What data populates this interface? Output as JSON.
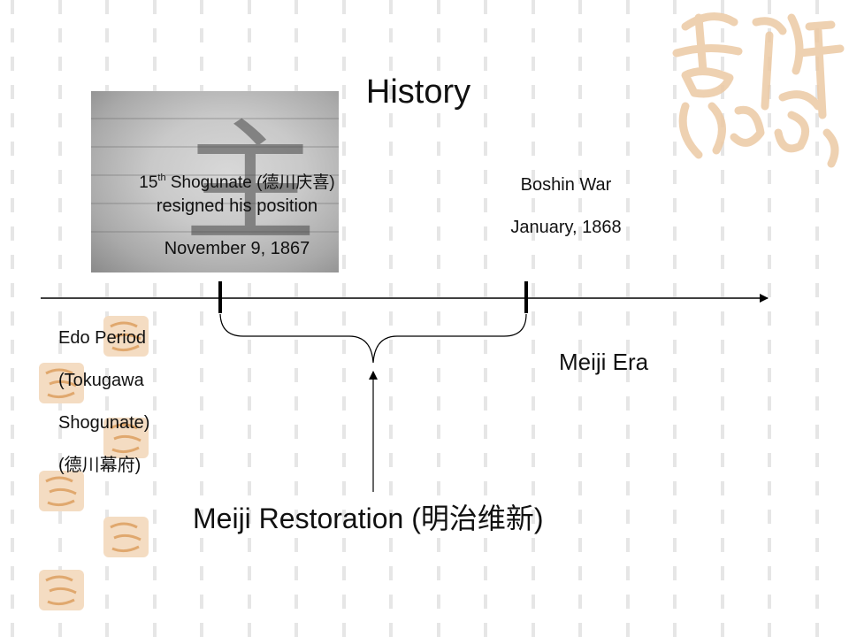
{
  "slide": {
    "title": "History",
    "shogunate_event": {
      "line1_prefix": "15",
      "line1_sup": "th",
      "line1_rest": " Shogunate (德川庆喜)",
      "line2": "resigned his position",
      "date": "November 9, 1867"
    },
    "boshin_event": {
      "name": "Boshin War",
      "date": "January, 1868"
    },
    "edo_period": {
      "line1": "Edo Period",
      "line2": "(Tokugawa",
      "line3": "Shogunate)",
      "line4": "(德川幕府)"
    },
    "meiji_era": "Meiji Era",
    "meiji_restoration": "Meiji Restoration (明治维新)",
    "lantern_glyph": "主",
    "decor": {
      "stamp_text": "吉祥如意",
      "stamp_color": "#e8b07a",
      "background_line_color": "#e6e6e6",
      "timeline_color": "#000000"
    }
  }
}
